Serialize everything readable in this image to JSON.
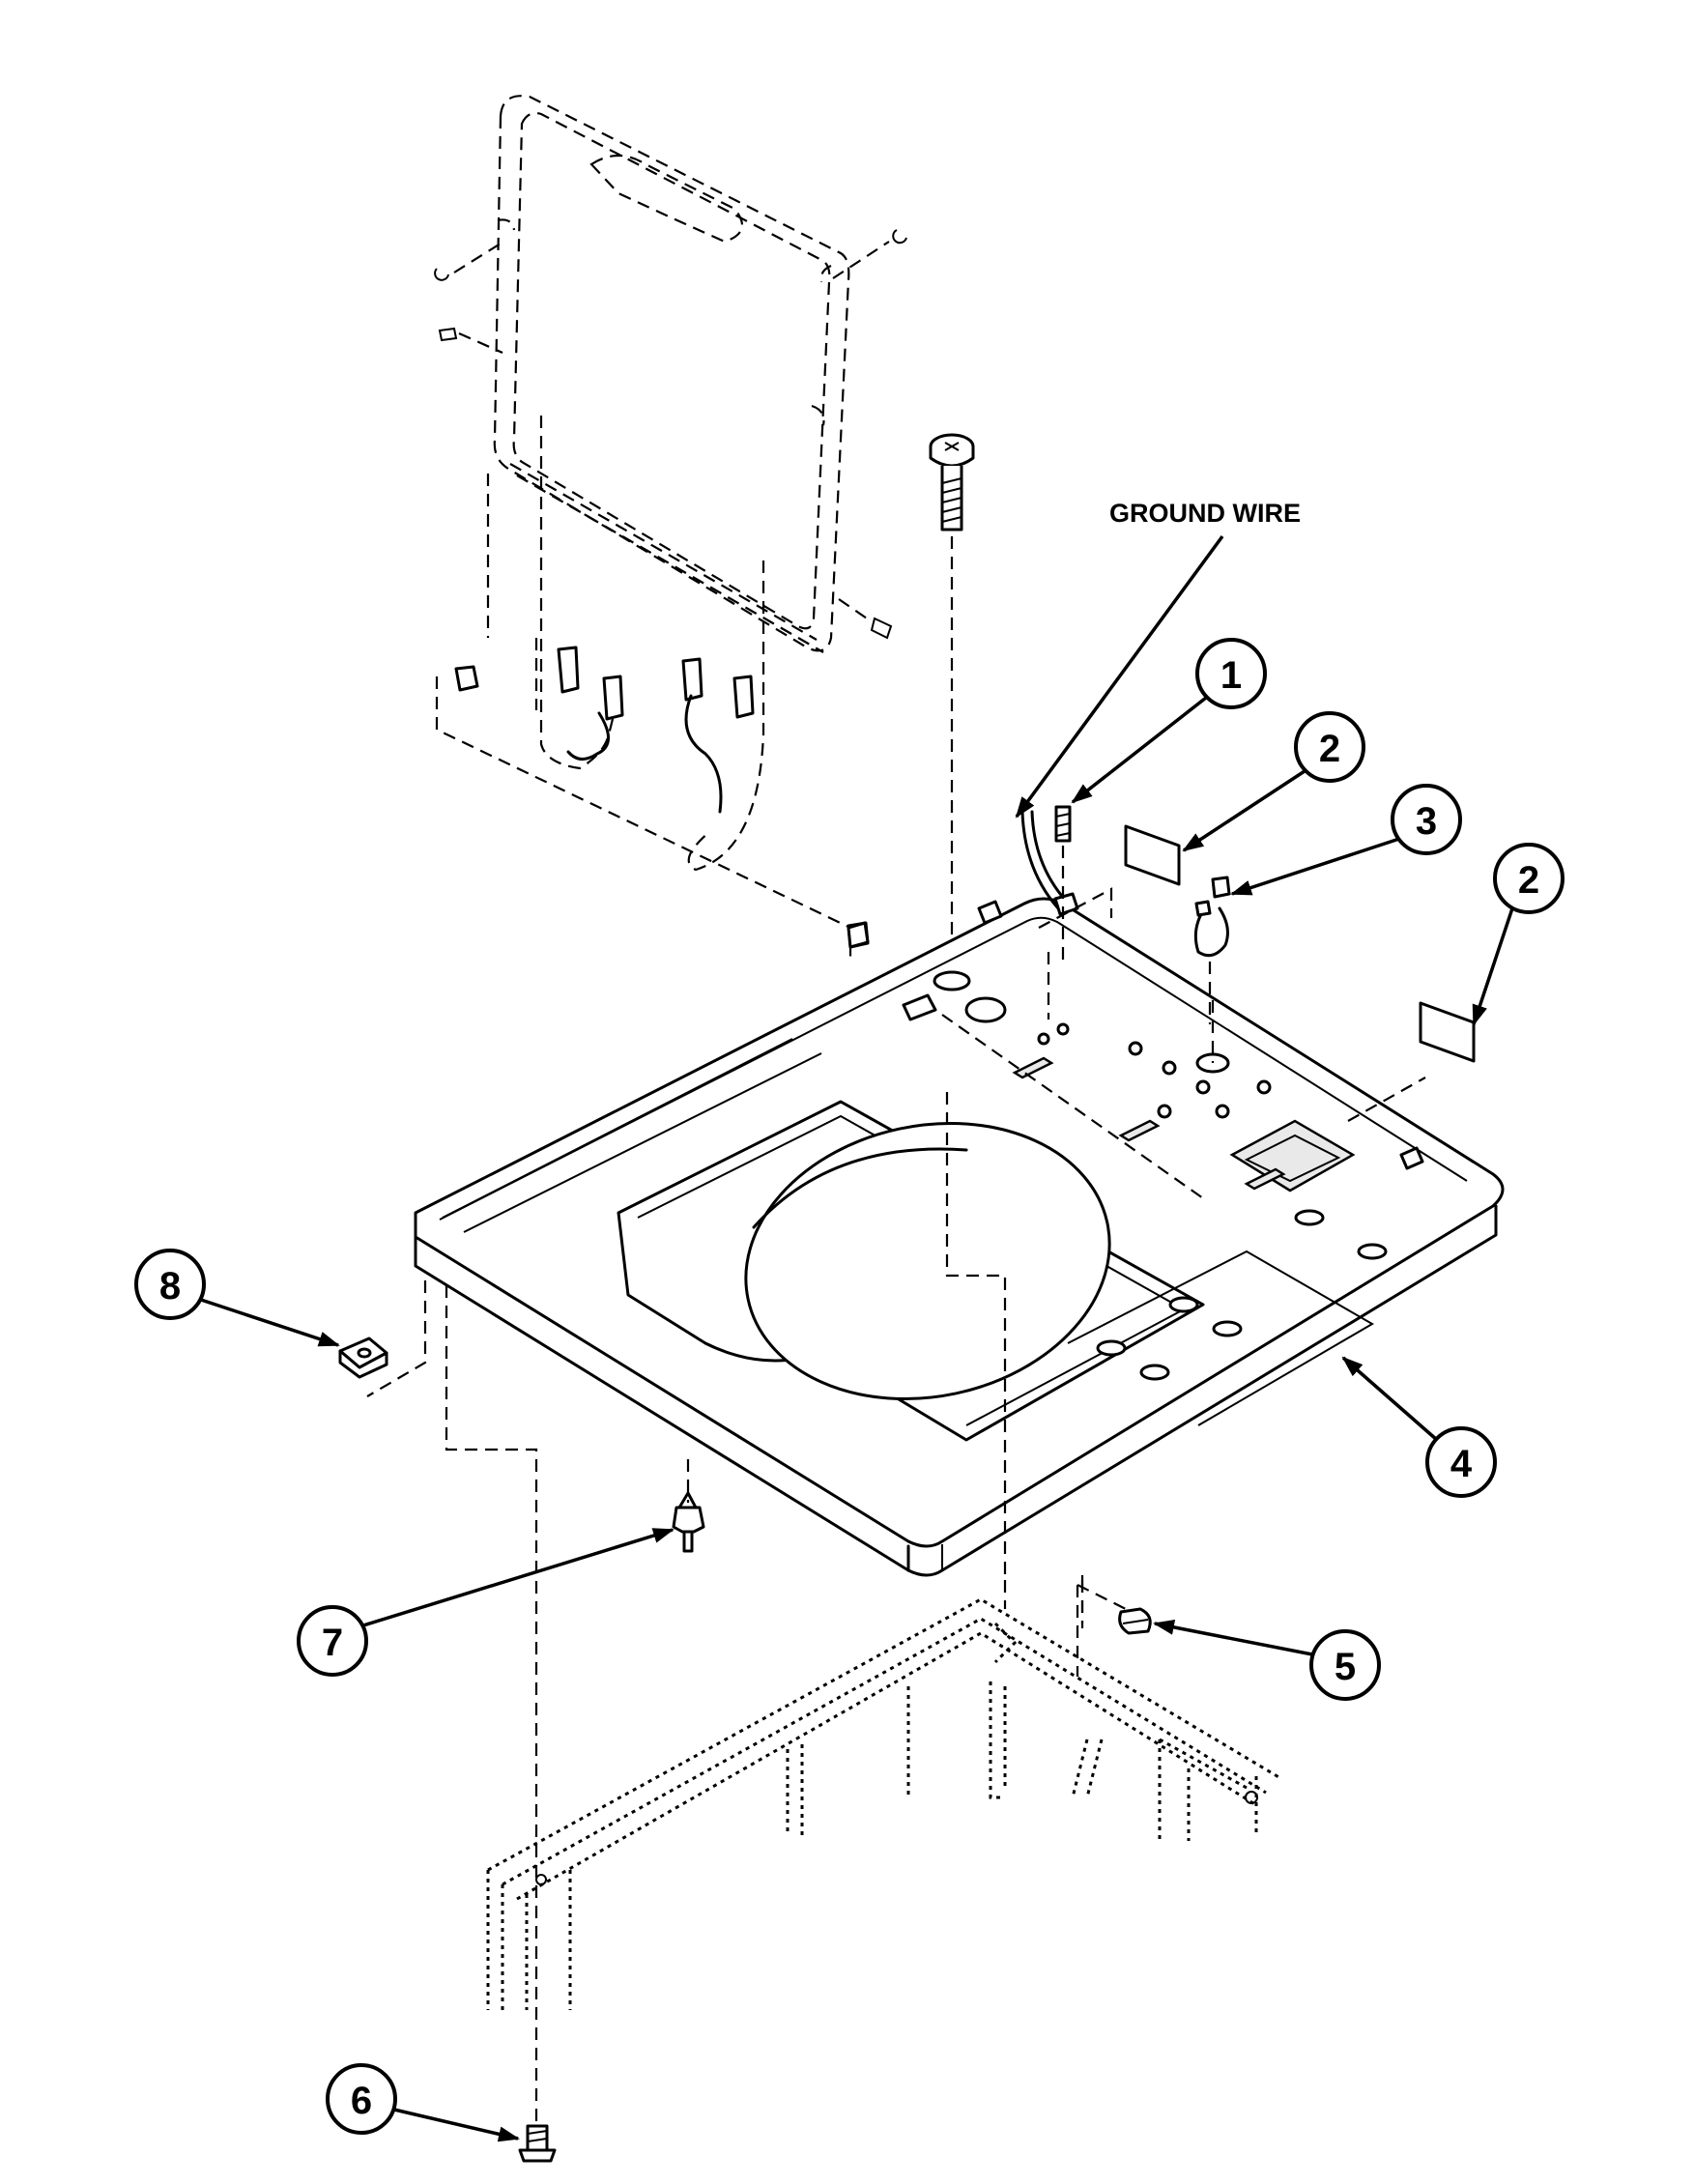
{
  "labels": {
    "ground_wire": "GROUND WIRE"
  },
  "callouts": [
    {
      "number": "1",
      "part": "screw"
    },
    {
      "number": "2",
      "part": "label"
    },
    {
      "number": "2",
      "part": "label"
    },
    {
      "number": "3",
      "part": "wire-harness"
    },
    {
      "number": "4",
      "part": "top-panel"
    },
    {
      "number": "5",
      "part": "clip"
    },
    {
      "number": "6",
      "part": "screw"
    },
    {
      "number": "7",
      "part": "plug"
    },
    {
      "number": "8",
      "part": "nut-clip"
    }
  ]
}
